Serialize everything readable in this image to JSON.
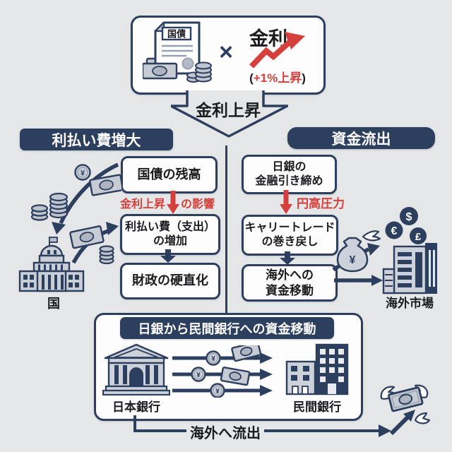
{
  "top": {
    "bond": "国債",
    "times": "×",
    "rate": "金利",
    "pct_open": "(",
    "pct": "+1%上昇",
    "pct_close": ")"
  },
  "arrow": {
    "label": "金利上昇"
  },
  "left": {
    "header": "利払い費増大",
    "box1": "国債の残高",
    "fx_before": "金利上昇",
    "fx_after": "の影響",
    "box2_line1": "利払い費（支出）",
    "box2_line2": "の増加",
    "box3": "財政の硬直化",
    "gov": "国"
  },
  "right": {
    "header": "資金流出",
    "box1_line1": "日銀の",
    "box1_line2": "金融引き締め",
    "pressure": "円高圧力",
    "box2_line1": "キャリートレード",
    "box2_line2": "の巻き戻し",
    "box3_line1": "海外への",
    "box3_line2": "資金移動",
    "market": "海外市場"
  },
  "bottom": {
    "header": "日銀から民間銀行への資金移動",
    "boj": "日本銀行",
    "private_bank": "民間銀行",
    "outflow": "海外へ流出"
  },
  "icons": {
    "yen": "¥",
    "dollar": "$",
    "euro": "€",
    "pound": "£"
  },
  "colors": {
    "navy": "#2d3f5e",
    "red": "#d6403c",
    "background": "#e5e6e8",
    "icon_gray": "#c9ced7"
  }
}
